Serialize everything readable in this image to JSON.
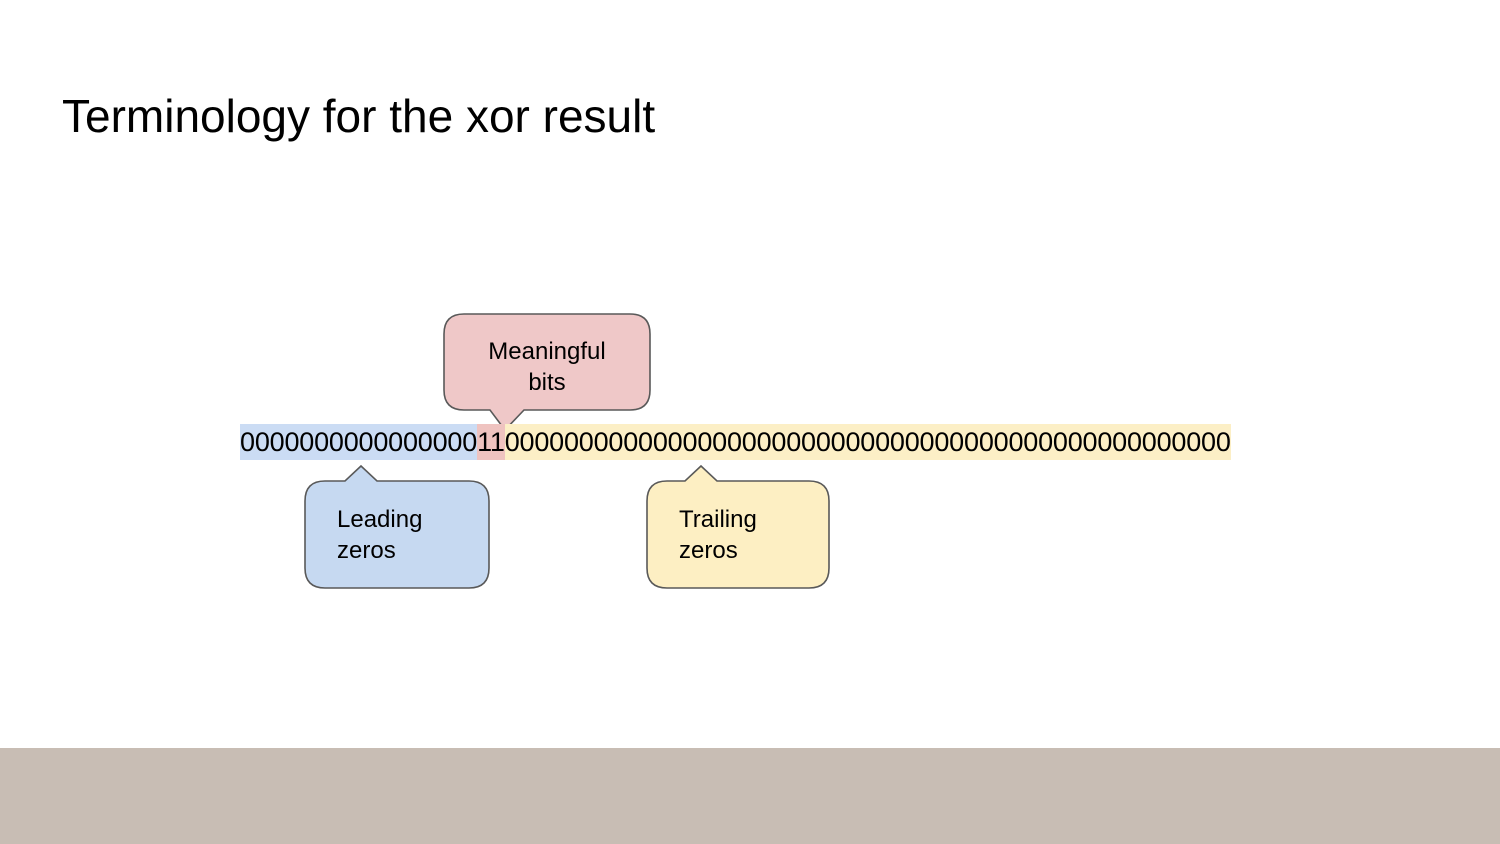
{
  "slide": {
    "title": "Terminology for the xor result",
    "background_color": "#FFFFFF",
    "bottom_band_color": "#C8BDB4"
  },
  "bitstring": {
    "leading_zeros": "0000000000000000",
    "meaningful_bits": "11",
    "trailing_zeros": "0000000000000000000000000000000000000000000000000",
    "leading_zeros_count": 16,
    "meaningful_bits_count": 2,
    "trailing_zeros_count": 49,
    "leading_highlight_color": "#CBDCF4",
    "meaningful_highlight_color": "#EFC3C0",
    "trailing_highlight_color": "#FCEFC6"
  },
  "callouts": {
    "meaningful": {
      "label": "Meaningful\nbits",
      "fill": "#EFC8C8",
      "stroke": "#595959",
      "tail_direction": "down"
    },
    "leading": {
      "label": "Leading\nzeros",
      "fill": "#C6D9F1",
      "stroke": "#595959",
      "tail_direction": "up"
    },
    "trailing": {
      "label": "Trailing\nzeros",
      "fill": "#FDEFC3",
      "stroke": "#595959",
      "tail_direction": "up"
    }
  }
}
